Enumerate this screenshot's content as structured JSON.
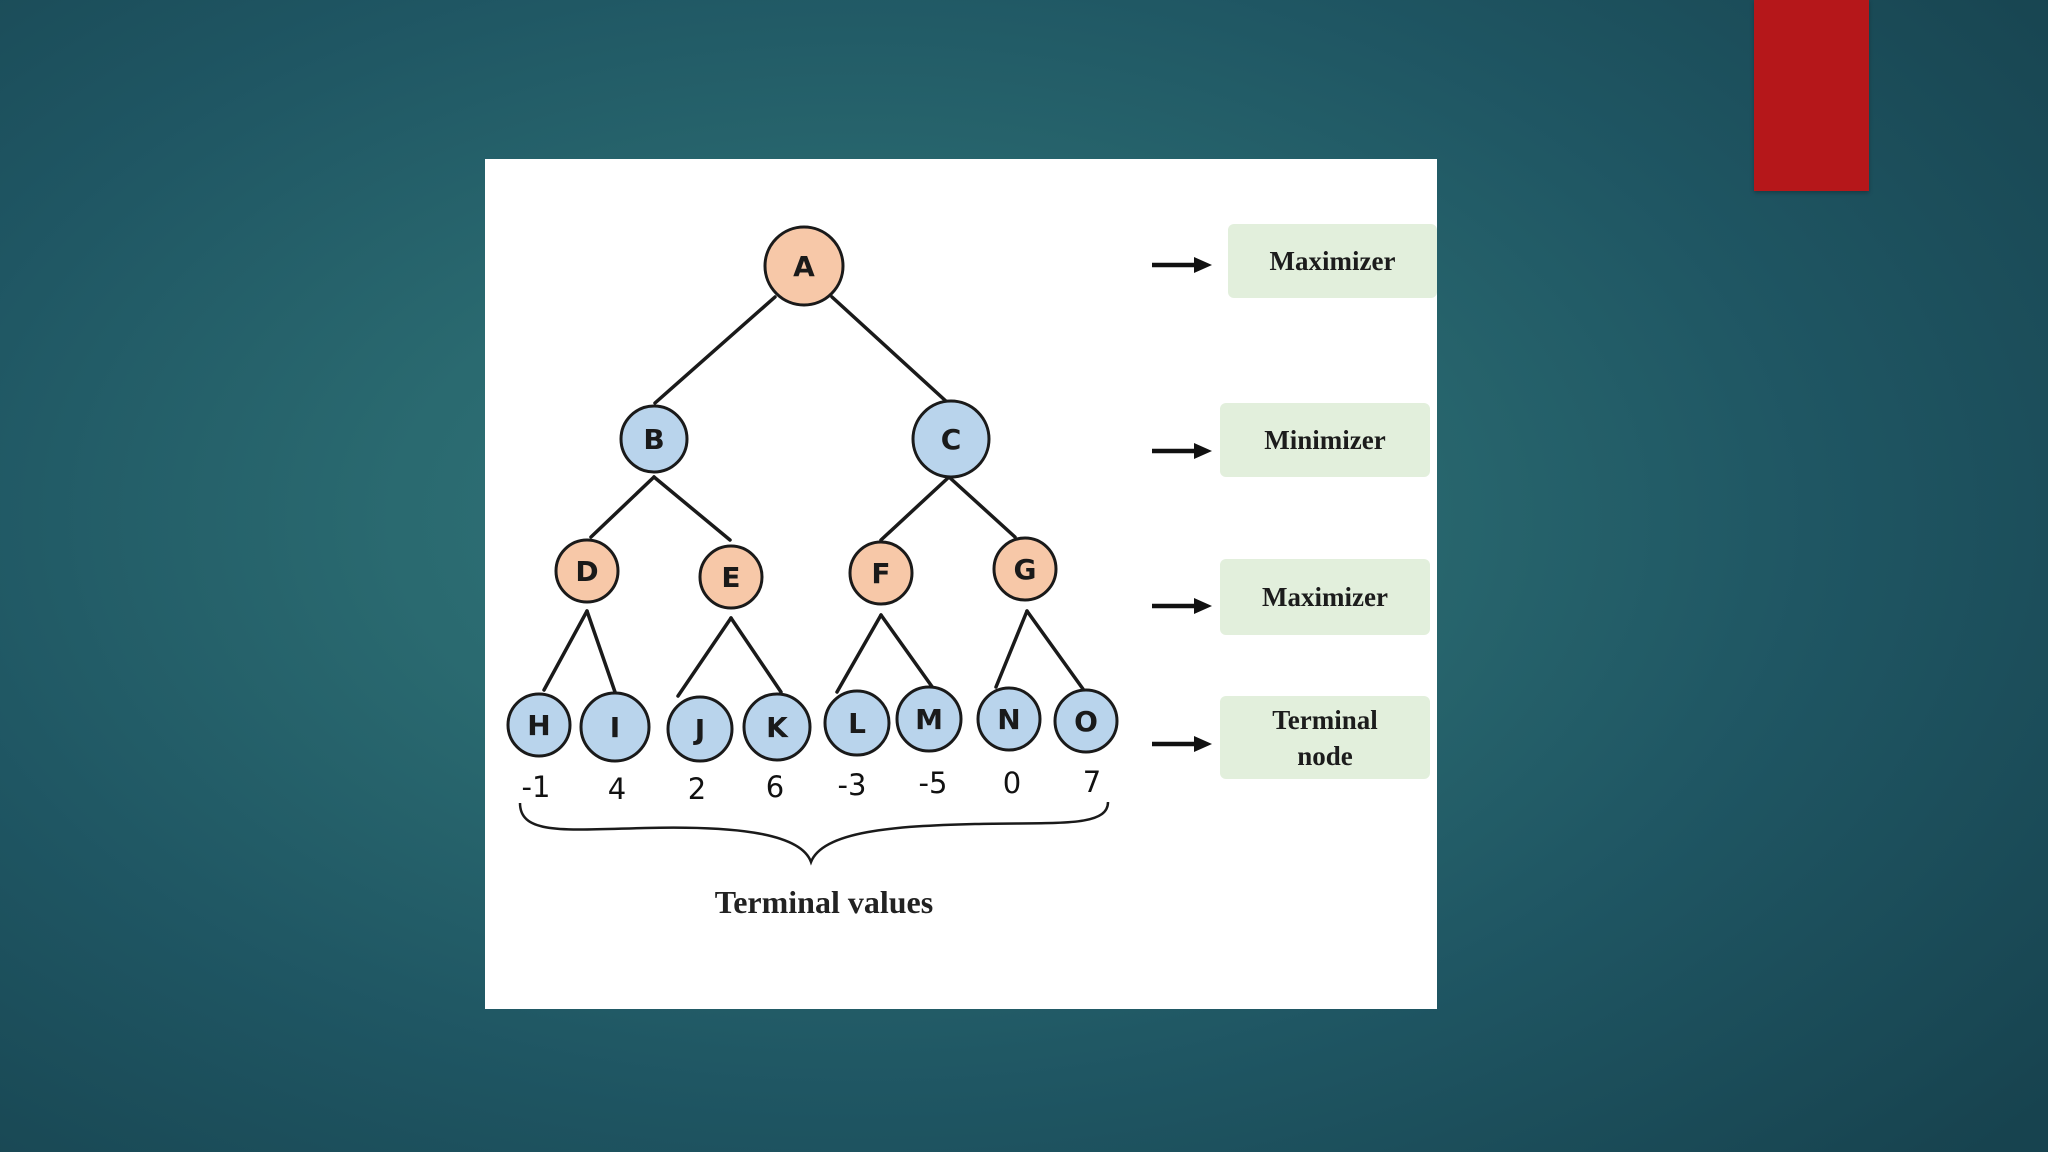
{
  "colors": {
    "accent_bar": "#b5171a",
    "max_node_fill": "#f7c8a8",
    "min_node_fill": "#b9d4ec",
    "leaf_node_fill": "#b9d4ec",
    "legend_fill": "#e2efdc",
    "edge": "#1a1a1a"
  },
  "tree": {
    "root": "A",
    "level1": [
      "B",
      "C"
    ],
    "level2": [
      "D",
      "E",
      "F",
      "G"
    ],
    "leaves": [
      "H",
      "I",
      "J",
      "K",
      "L",
      "M",
      "N",
      "O"
    ],
    "terminal_values": [
      "-1",
      "4",
      "2",
      "6",
      "-3",
      "-5",
      "0",
      "7"
    ]
  },
  "caption": "Terminal values",
  "legend": {
    "level0": "Maximizer",
    "level1": "Minimizer",
    "level2": "Maximizer",
    "level3_line1": "Terminal",
    "level3_line2": "node",
    "arrow_icon": "right-arrow-icon"
  }
}
